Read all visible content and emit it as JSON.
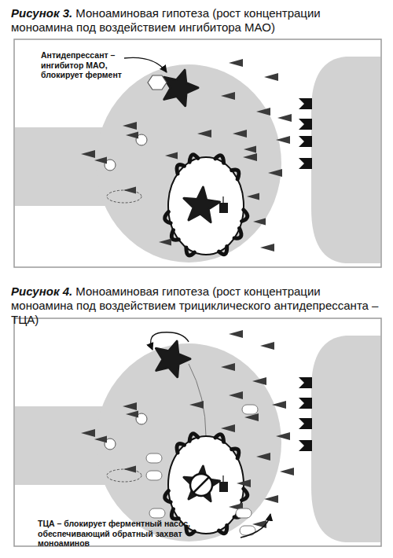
{
  "diagram": {
    "labels": [
      "Рисунок 3.",
      "Моноаминовая гипотеза (рост концентрации моноамина под воздействием ингибитора МАО)",
      "Антидепрессант – ингибитор МАО, блокирует фермент",
      "Рисунок 4.",
      "Моноаминовая гипотеза (рост концентрации моноамина под воздействием трициклического антидепрессанта – ТЦА)",
      "ТЦА – блокирует ферментный насос, обеспечивающий обратный захват моноаминов"
    ]
  }
}
